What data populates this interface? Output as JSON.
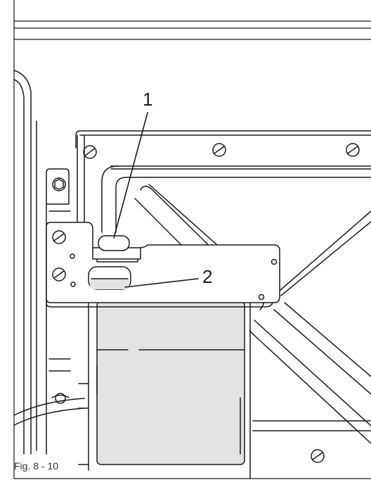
{
  "figure": {
    "caption": "Fig. 8 - 10",
    "callouts": [
      {
        "label": "1"
      },
      {
        "label": "2"
      }
    ]
  },
  "colors": {
    "line": "#1a1a1a",
    "fill_gray": "#e3e3e3",
    "background": "#ffffff"
  }
}
